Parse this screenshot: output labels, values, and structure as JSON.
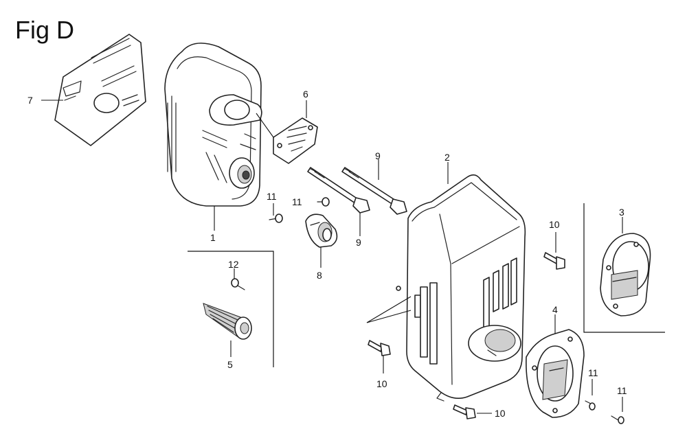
{
  "figure": {
    "title": "Fig D"
  },
  "callouts": {
    "c1": "1",
    "c2": "2",
    "c3": "3",
    "c4": "4",
    "c5": "5",
    "c6": "6",
    "c7": "7",
    "c8": "8",
    "c9a": "9",
    "c9b": "9",
    "c10a": "10",
    "c10b": "10",
    "c10c": "10",
    "c11a": "11",
    "c11b": "11",
    "c11c": "11",
    "c11d": "11",
    "c12": "12"
  },
  "colors": {
    "line": "#222222",
    "background": "#ffffff",
    "shade": "#cfcfcf"
  }
}
